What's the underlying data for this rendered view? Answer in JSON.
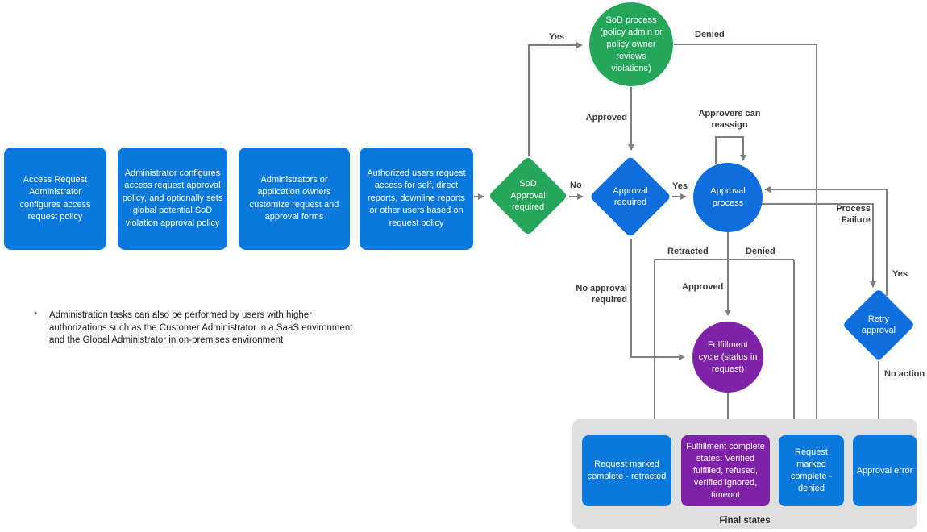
{
  "diagram": {
    "colors": {
      "box_blue": "#0b79db",
      "node_blue": "#0f6edd",
      "green": "#26a65b",
      "purple": "#7e22a8",
      "connector_gray": "#7f7f7f",
      "final_states_bg": "#dfdfdf",
      "edge_label_text": "#3a3a3a"
    },
    "admin_boxes": [
      "Access Request Administrator configures access request policy",
      "Administrator configures access request approval policy, and optionally sets global potential SoD violation approval policy",
      "Administrators or application owners customize request and approval forms",
      "Authorized users request access for self, direct reports, downline reports or other users based on request policy"
    ],
    "nodes": {
      "sod_approval_required": "SoD Approval required",
      "sod_process": "SoD process (policy admin or policy owner reviews violations)",
      "approval_required": "Approval required",
      "approval_process": "Approval process",
      "fulfillment_cycle": "Fulfillment cycle (status in request)",
      "retry_approval": "Retry approval"
    },
    "edge_labels": {
      "yes_to_sod_process": "Yes",
      "denied_from_sod": "Denied",
      "approved_from_sod": "Approved",
      "approvers_can_reassign": "Approvers can reassign",
      "no_sod": "No",
      "yes_approval": "Yes",
      "retracted": "Retracted",
      "denied_from_approval": "Denied",
      "approved_to_fulfillment": "Approved",
      "no_approval_required": "No approval required",
      "process_failure": "Process Failure",
      "yes_retry": "Yes",
      "no_action": "No action"
    },
    "final_states": {
      "title": "Final states",
      "boxes": [
        {
          "label": "Request marked complete - retracted",
          "color": "blue"
        },
        {
          "label": "Fulfillment complete states: Verified fulfilled, refused, verified ignored, timeout",
          "color": "purple"
        },
        {
          "label": "Request marked complete - denied",
          "color": "blue"
        },
        {
          "label": "Approval error",
          "color": "blue"
        }
      ]
    },
    "footnote": {
      "marker": "*",
      "text": "Administration tasks can also be performed by users with higher authorizations such as the Customer Administrator in a SaaS environment and the Global Administrator in on-premises environment"
    }
  }
}
